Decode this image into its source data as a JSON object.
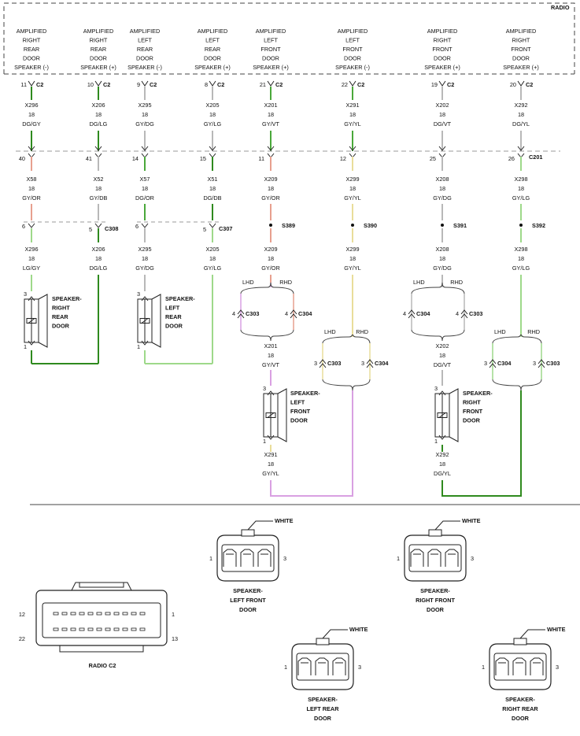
{
  "radio_label": "RADIO",
  "header_circuits": [
    {
      "lines": [
        "AMPLIFIED",
        "RIGHT",
        "REAR",
        "DOOR",
        "SPEAKER (-)"
      ],
      "pin": "11",
      "conn": "C2"
    },
    {
      "lines": [
        "AMPLIFIED",
        "RIGHT",
        "REAR",
        "DOOR",
        "SPEAKER (+)"
      ],
      "pin": "10",
      "conn": "C2"
    },
    {
      "lines": [
        "AMPLIFIED",
        "LEFT",
        "REAR",
        "DOOR",
        "SPEAKER (-)"
      ],
      "pin": "9",
      "conn": "C2"
    },
    {
      "lines": [
        "AMPLIFIED",
        "LEFT",
        "REAR",
        "DOOR",
        "SPEAKER (+)"
      ],
      "pin": "8",
      "conn": "C2"
    },
    {
      "lines": [
        "AMPLIFIED",
        "LEFT",
        "FRONT",
        "DOOR",
        "SPEAKER (+)"
      ],
      "pin": "21",
      "conn": "C2"
    },
    {
      "lines": [
        "AMPLIFIED",
        "LEFT",
        "FRONT",
        "DOOR",
        "SPEAKER (-)"
      ],
      "pin": "22",
      "conn": "C2"
    },
    {
      "lines": [
        "AMPLIFIED",
        "RIGHT",
        "FRONT",
        "DOOR",
        "SPEAKER (+)"
      ],
      "pin": "19",
      "conn": "C2"
    },
    {
      "lines": [
        "AMPLIFIED",
        "RIGHT",
        "FRONT",
        "DOOR",
        "SPEAKER (+)"
      ],
      "pin": "20",
      "conn": "C2"
    }
  ],
  "wires_top": [
    {
      "code": "X296",
      "gauge": "18",
      "color": "DG/GY"
    },
    {
      "code": "X206",
      "gauge": "18",
      "color": "DG/LG"
    },
    {
      "code": "X295",
      "gauge": "18",
      "color": "GY/DG"
    },
    {
      "code": "X205",
      "gauge": "18",
      "color": "GY/LG"
    },
    {
      "code": "X201",
      "gauge": "18",
      "color": "GY/VT"
    },
    {
      "code": "X291",
      "gauge": "18",
      "color": "GY/YL"
    },
    {
      "code": "X202",
      "gauge": "18",
      "color": "DG/VT"
    },
    {
      "code": "X292",
      "gauge": "18",
      "color": "DG/YL"
    }
  ],
  "c201": {
    "label": "C201",
    "pins": [
      "40",
      "41",
      "14",
      "15",
      "11",
      "12",
      "25",
      "26"
    ]
  },
  "wires_mid": [
    {
      "code": "X58",
      "gauge": "18",
      "color": "GY/OR"
    },
    {
      "code": "X52",
      "gauge": "18",
      "color": "GY/DB"
    },
    {
      "code": "X57",
      "gauge": "18",
      "color": "DG/OR"
    },
    {
      "code": "X51",
      "gauge": "18",
      "color": "DG/DB"
    },
    {
      "code": "X209",
      "gauge": "18",
      "color": "GY/OR"
    },
    {
      "code": "X299",
      "gauge": "18",
      "color": "GY/YL"
    },
    {
      "code": "X208",
      "gauge": "18",
      "color": "GY/DG"
    },
    {
      "code": "X298",
      "gauge": "18",
      "color": "GY/LG"
    }
  ],
  "rear_conns": [
    {
      "pins": [
        "6",
        "5"
      ],
      "label": "C308"
    },
    {
      "pins": [
        "6",
        "5"
      ],
      "label": "C307"
    }
  ],
  "splices": [
    "S389",
    "S390",
    "S391",
    "S392"
  ],
  "wires_low": [
    {
      "code": "X296",
      "gauge": "18",
      "color": "LG/GY"
    },
    {
      "code": "X206",
      "gauge": "18",
      "color": "DG/LG"
    },
    {
      "code": "X295",
      "gauge": "18",
      "color": "GY/DG"
    },
    {
      "code": "X205",
      "gauge": "18",
      "color": "GY/LG"
    },
    {
      "code": "X209",
      "gauge": "18",
      "color": "GY/OR"
    },
    {
      "code": "X299",
      "gauge": "18",
      "color": "GY/YL"
    },
    {
      "code": "X208",
      "gauge": "18",
      "color": "GY/DG"
    },
    {
      "code": "X298",
      "gauge": "18",
      "color": "GY/LG"
    }
  ],
  "speakers": [
    {
      "lines": [
        "SPEAKER-",
        "RIGHT",
        "REAR",
        "DOOR"
      ],
      "pin_top": "3",
      "pin_bot": "1"
    },
    {
      "lines": [
        "SPEAKER-",
        "LEFT",
        "REAR",
        "DOOR"
      ],
      "pin_top": "3",
      "pin_bot": "1"
    },
    {
      "lines": [
        "SPEAKER-",
        "LEFT",
        "FRONT",
        "DOOR"
      ],
      "pin_top": "3",
      "pin_bot": "1"
    },
    {
      "lines": [
        "SPEAKER-",
        "RIGHT",
        "FRONT",
        "DOOR"
      ],
      "pin_top": "3",
      "pin_bot": "1"
    }
  ],
  "lhd": "LHD",
  "rhd": "RHD",
  "front_conns": [
    {
      "a_pin": "4",
      "a": "C303",
      "b_pin": "4",
      "b": "C304"
    },
    {
      "a_pin": "3",
      "a": "C303",
      "b_pin": "3",
      "b": "C304"
    },
    {
      "a_pin": "4",
      "a": "C304",
      "b_pin": "4",
      "b": "C303"
    },
    {
      "a_pin": "3",
      "a": "C304",
      "b_pin": "3",
      "b": "C303"
    }
  ],
  "wires_front": [
    {
      "code": "X201",
      "gauge": "18",
      "color": "GY/VT"
    },
    {
      "code": "X202",
      "gauge": "18",
      "color": "DG/VT"
    },
    {
      "code": "X291",
      "gauge": "18",
      "color": "GY/YL"
    },
    {
      "code": "X292",
      "gauge": "18",
      "color": "DG/YL"
    }
  ],
  "connector_views": [
    {
      "lines": [
        "SPEAKER-",
        "LEFT FRONT",
        "DOOR"
      ],
      "tag": "WHITE",
      "p1": "1",
      "p3": "3"
    },
    {
      "lines": [
        "SPEAKER-",
        "RIGHT FRONT",
        "DOOR"
      ],
      "tag": "WHITE",
      "p1": "1",
      "p3": "3"
    },
    {
      "lines": [
        "SPEAKER-",
        "LEFT REAR",
        "DOOR"
      ],
      "tag": "WHITE",
      "p1": "1",
      "p3": "3"
    },
    {
      "lines": [
        "SPEAKER-",
        "RIGHT REAR",
        "DOOR"
      ],
      "tag": "WHITE",
      "p1": "1",
      "p3": "3"
    }
  ],
  "radio_c2": {
    "label": "RADIO C2",
    "pin12": "12",
    "pin1": "1",
    "pin22": "22",
    "pin13": "13"
  },
  "colors": {
    "dk_green": "#2f8a1e",
    "lt_green": "#9ed98a",
    "green": "#4aa83a",
    "gray": "#b8b8b8",
    "salmon": "#e7a08f",
    "violet": "#d9a0e2",
    "yellow": "#e9dd9a",
    "dashed": "#999999"
  }
}
